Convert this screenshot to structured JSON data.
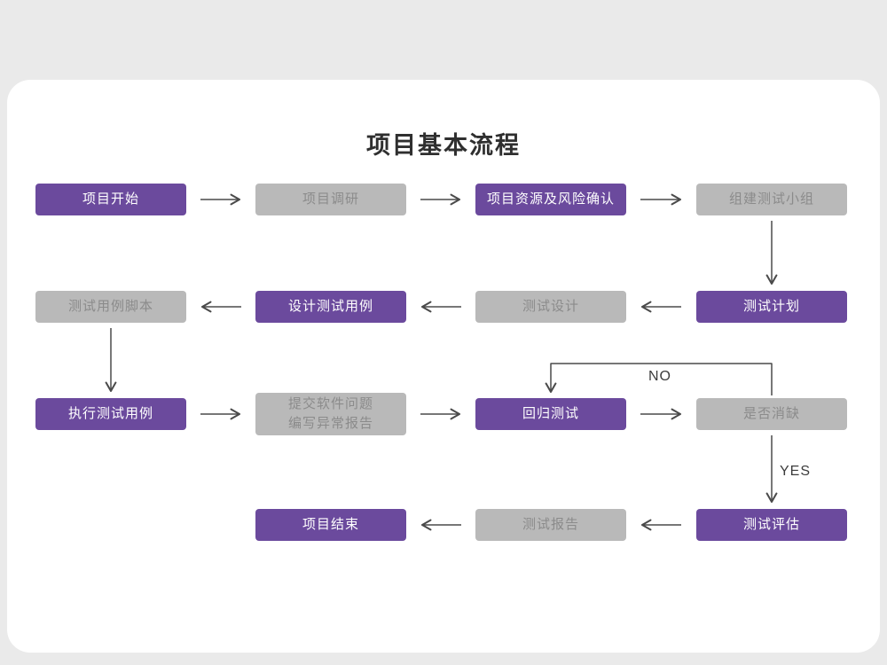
{
  "title": "项目基本流程",
  "edge_labels": {
    "no": "NO",
    "yes": "YES"
  },
  "colors": {
    "purple": "#6b4a9d",
    "gray": "#b9b9b9",
    "gray_text": "#8b8b8b",
    "arrow": "#4a4a4a",
    "card": "#ffffff",
    "background": "#eaeaea"
  },
  "nodes": [
    {
      "label": "项目开始",
      "style": "purple"
    },
    {
      "label": "项目调研",
      "style": "gray"
    },
    {
      "label": "项目资源及风险确认",
      "style": "purple"
    },
    {
      "label": "组建测试小组",
      "style": "gray"
    },
    {
      "label": "测试用例脚本",
      "style": "gray"
    },
    {
      "label": "设计测试用例",
      "style": "purple"
    },
    {
      "label": "测试设计",
      "style": "gray"
    },
    {
      "label": "测试计划",
      "style": "purple"
    },
    {
      "label": "执行测试用例",
      "style": "purple"
    },
    {
      "label": "提交软件问题\n编写异常报告",
      "style": "gray"
    },
    {
      "label": "回归测试",
      "style": "purple"
    },
    {
      "label": "是否消缺",
      "style": "gray"
    },
    {
      "label": "项目结束",
      "style": "purple"
    },
    {
      "label": "测试报告",
      "style": "gray"
    },
    {
      "label": "测试评估",
      "style": "purple"
    }
  ]
}
